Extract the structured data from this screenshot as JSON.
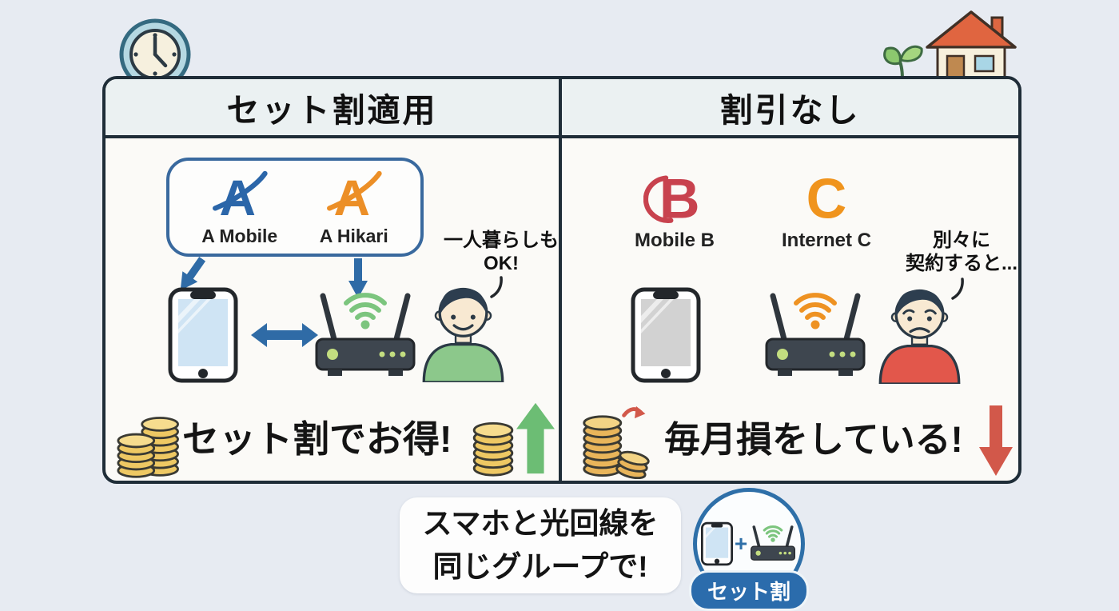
{
  "colors": {
    "page_bg": "#e7ebf2",
    "panel_border": "#1f2d38",
    "header_bg": "#ebf1f2",
    "arrow_blue": "#2f6ba6",
    "wifi_green": "#7cc57e",
    "wifi_orange": "#ee9222",
    "gain_green": "#6cbd74",
    "loss_red": "#d2584a",
    "coin_gold": "#eec863",
    "badge_blue": "#2b6cac"
  },
  "panels": {
    "left": {
      "header": "セット割適用",
      "providers": [
        {
          "letter": "A",
          "label": "A Mobile",
          "color": "#2b66a9"
        },
        {
          "letter": "A",
          "label": "A Hikari",
          "color": "#ec8f27"
        }
      ],
      "speech": {
        "line1": "一人暮らしも",
        "line2": "OK!"
      },
      "statement": "セット割でお得!"
    },
    "right": {
      "header": "割引なし",
      "providers": [
        {
          "letter": "B",
          "label": "Mobile B",
          "color": "#c8424e"
        },
        {
          "letter": "C",
          "label": "Internet C",
          "color": "#f0941d"
        }
      ],
      "speech": {
        "line1": "別々に",
        "line2": "契約すると..."
      },
      "statement": "毎月損をしている!"
    }
  },
  "footer": {
    "message_line1": "スマホと光回線を",
    "message_line2": "同じグループで!",
    "badge": {
      "label": "セット割",
      "plus": "+"
    }
  }
}
